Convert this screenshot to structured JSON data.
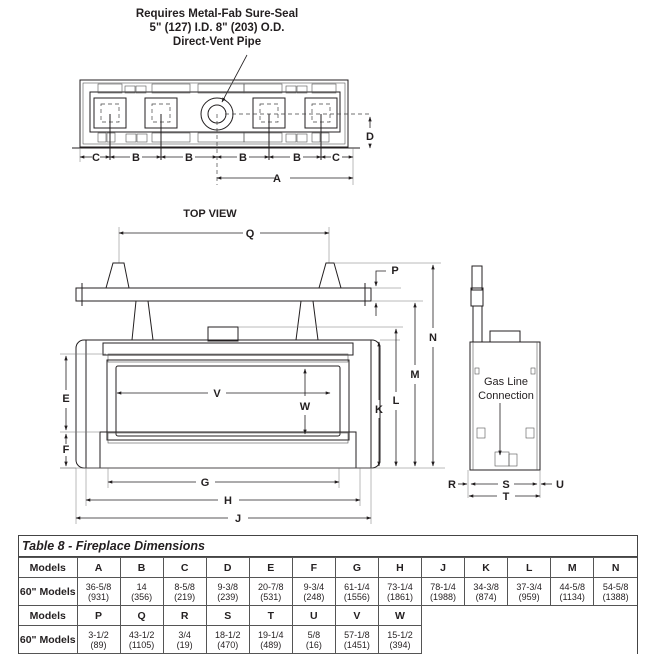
{
  "diagram": {
    "vent_callout": [
      "Requires Metal-Fab Sure-Seal",
      "5\" (127) I.D. 8\" (203) O.D.",
      "Direct-Vent Pipe"
    ],
    "top_view_label": "TOP VIEW",
    "gas_line_callout": [
      "Gas Line",
      "Connection"
    ],
    "dimension_labels": {
      "A": "A",
      "B": "B",
      "C": "C",
      "D": "D",
      "E": "E",
      "F": "F",
      "G": "G",
      "H": "H",
      "J": "J",
      "K": "K",
      "L": "L",
      "M": "M",
      "N": "N",
      "P": "P",
      "Q": "Q",
      "R": "R",
      "S": "S",
      "T": "T",
      "U": "U",
      "V": "V",
      "W": "W"
    }
  },
  "table": {
    "title": "Table 8 - Fireplace Dimensions",
    "block1": {
      "header_label": "Models",
      "columns": [
        "A",
        "B",
        "C",
        "D",
        "E",
        "F",
        "G",
        "H",
        "J",
        "K",
        "L",
        "M",
        "N"
      ],
      "row_label": "60\" Models",
      "values": [
        [
          "36-5/8",
          "(931)"
        ],
        [
          "14",
          "(356)"
        ],
        [
          "8-5/8",
          "(219)"
        ],
        [
          "9-3/8",
          "(239)"
        ],
        [
          "20-7/8",
          "(531)"
        ],
        [
          "9-3/4",
          "(248)"
        ],
        [
          "61-1/4",
          "(1556)"
        ],
        [
          "73-1/4",
          "(1861)"
        ],
        [
          "78-1/4",
          "(1988)"
        ],
        [
          "34-3/8",
          "(874)"
        ],
        [
          "37-3/4",
          "(959)"
        ],
        [
          "44-5/8",
          "(1134)"
        ],
        [
          "54-5/8",
          "(1388)"
        ]
      ]
    },
    "block2": {
      "header_label": "Models",
      "columns": [
        "P",
        "Q",
        "R",
        "S",
        "T",
        "U",
        "V",
        "W"
      ],
      "row_label": "60\" Models",
      "values": [
        [
          "3-1/2",
          "(89)"
        ],
        [
          "43-1/2",
          "(1105)"
        ],
        [
          "3/4",
          "(19)"
        ],
        [
          "18-1/2",
          "(470)"
        ],
        [
          "19-1/4",
          "(489)"
        ],
        [
          "5/8",
          "(16)"
        ],
        [
          "57-1/8",
          "(1451)"
        ],
        [
          "15-1/2",
          "(394)"
        ]
      ]
    }
  }
}
